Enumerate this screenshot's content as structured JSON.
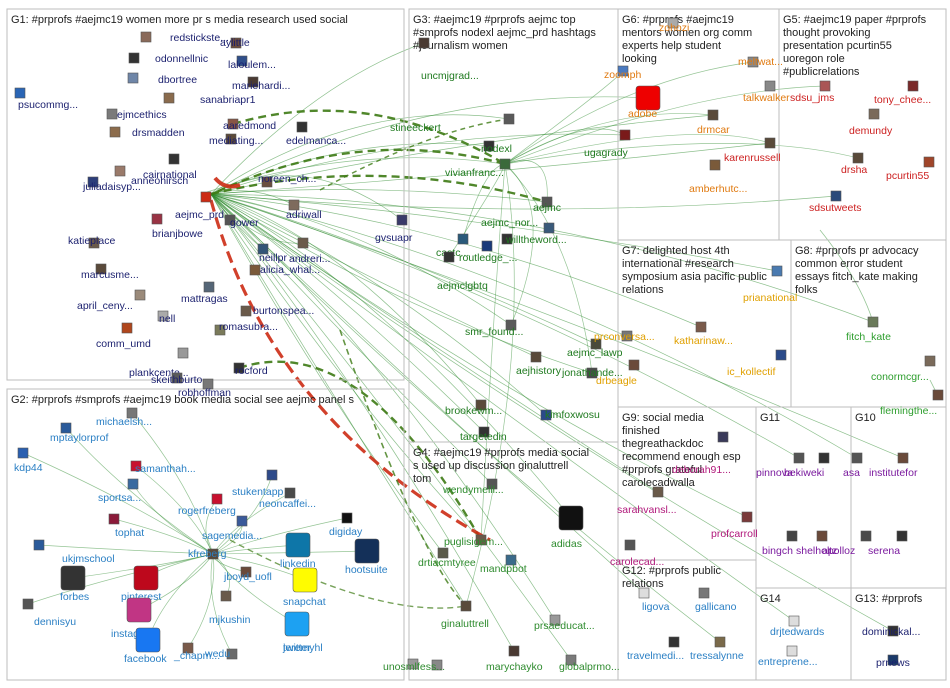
{
  "colors": {
    "edge": "#2e8b2e",
    "edge_heavy": "#3d7a14",
    "edge_red": "#cc2b14",
    "box": "#bdbdbd",
    "g1": "#1a1f6e",
    "g2": "#2a7fc4",
    "g3": "#1f7a1f",
    "g4": "#2e8b2e",
    "g5": "#cc1f1f",
    "g6": "#e07a10",
    "g7": "#e0a000",
    "g8": "#2e9e2e",
    "g9": "#b0177a",
    "g10": "#7a1a9e",
    "g11": "#7a1a9e",
    "g12": "#2a7fc4",
    "g13": "#1a1f6e",
    "g14": "#2a7fc4"
  },
  "groups": [
    {
      "id": "G1",
      "title": "G1: #prprofs #aejmc19 women more pr s media research used social",
      "color": "g1",
      "lines": 1
    },
    {
      "id": "G2",
      "title": "G2: #prprofs #smprofs #aejmc19 book media social see aejmc panel s",
      "color": "g2",
      "lines": 1
    },
    {
      "id": "G3",
      "title": "G3: #aejmc19 #prprofs aejmc top #smprofs nodexl aejmc_prd hashtags #journalism women",
      "color": "g3"
    },
    {
      "id": "G4",
      "title": "G4: #aejmc19 #prprofs media social s used up discussion ginaluttrell tom",
      "color": "g4"
    },
    {
      "id": "G5",
      "title": "G5: #aejmc19 paper #prprofs thought provoking presentation pcurtin55 uoregon role #publicrelations",
      "color": "g5"
    },
    {
      "id": "G6",
      "title": "G6: #prprofs #aejmc19 mentors women org comm experts help student looking",
      "color": "g6"
    },
    {
      "id": "G7",
      "title": "G7: delighted host 4th international #research symposium asia pacific public relations",
      "color": "g7"
    },
    {
      "id": "G8",
      "title": "G8: #prprofs pr advocacy common error student essays fitch_kate making folks",
      "color": "g8"
    },
    {
      "id": "G9",
      "title": "G9: social media finished thegreathackdoc recommend enough esp #prprofs grateful carolecadwalla",
      "color": "g9"
    },
    {
      "id": "G10",
      "title": "G10",
      "color": "g10"
    },
    {
      "id": "G11",
      "title": "G11",
      "color": "g11"
    },
    {
      "id": "G12",
      "title": "G12: #prprofs public relations",
      "color": "g12"
    },
    {
      "id": "G13",
      "title": "G13: #prprofs",
      "color": "g13"
    },
    {
      "id": "G14",
      "title": "G14",
      "color": "g14"
    }
  ],
  "nodes": [
    {
      "label": "redstickste...",
      "group": "g1"
    },
    {
      "label": "aylittle",
      "group": "g1"
    },
    {
      "label": "odonnellnic",
      "group": "g1"
    },
    {
      "label": "laloulem...",
      "group": "g1"
    },
    {
      "label": "dbortree",
      "group": "g1"
    },
    {
      "label": "mariehardi...",
      "group": "g1"
    },
    {
      "label": "sanabriapr1",
      "group": "g1"
    },
    {
      "label": "psucommg...",
      "group": "g1"
    },
    {
      "label": "ejmcethics",
      "group": "g1"
    },
    {
      "label": "aaredmond",
      "group": "g1"
    },
    {
      "label": "drsmadden",
      "group": "g1"
    },
    {
      "label": "mediating...",
      "group": "g1"
    },
    {
      "label": "edelmanca...",
      "group": "g1"
    },
    {
      "label": "cairnational",
      "group": "g1"
    },
    {
      "label": "anneohirsch",
      "group": "g1"
    },
    {
      "label": "noreen_ch...",
      "group": "g1"
    },
    {
      "label": "juliadaisyp...",
      "group": "g1"
    },
    {
      "label": "aejmc_prd",
      "group": "g1"
    },
    {
      "label": "gower",
      "group": "g1"
    },
    {
      "label": "adriwall",
      "group": "g1"
    },
    {
      "label": "brianjbowe",
      "group": "g1"
    },
    {
      "label": "katieplace",
      "group": "g1"
    },
    {
      "label": "neillpr",
      "group": "g1"
    },
    {
      "label": "andreri...",
      "group": "g1"
    },
    {
      "label": "gvsuapr",
      "group": "g1"
    },
    {
      "label": "marcusme...",
      "group": "g1"
    },
    {
      "label": "april_ceny...",
      "group": "g1"
    },
    {
      "label": "alicia_whal...",
      "group": "g1"
    },
    {
      "label": "mattragas",
      "group": "g1"
    },
    {
      "label": "nell",
      "group": "g1"
    },
    {
      "label": "burtonspea...",
      "group": "g1"
    },
    {
      "label": "comm_umd",
      "group": "g1"
    },
    {
      "label": "romasubra...",
      "group": "g1"
    },
    {
      "label": "plankcente...",
      "group": "g1"
    },
    {
      "label": "rocford",
      "group": "g1"
    },
    {
      "label": "skeithburto...",
      "group": "g1"
    },
    {
      "label": "robhoffman",
      "group": "g1"
    },
    {
      "label": "michaelsh...",
      "group": "g2"
    },
    {
      "label": "mptaylorprof",
      "group": "g2"
    },
    {
      "label": "kdp44",
      "group": "g2"
    },
    {
      "label": "sportsa...",
      "group": "g2"
    },
    {
      "label": "samanthah...",
      "group": "g2"
    },
    {
      "label": "stukentapp",
      "group": "g2"
    },
    {
      "label": "neoncaffei...",
      "group": "g2"
    },
    {
      "label": "rogerfreberg",
      "group": "g2"
    },
    {
      "label": "tophat",
      "group": "g2"
    },
    {
      "label": "sagemedia...",
      "group": "g2"
    },
    {
      "label": "digiday",
      "group": "g2"
    },
    {
      "label": "ukjmschool",
      "group": "g2"
    },
    {
      "label": "kfreberg",
      "group": "g2"
    },
    {
      "label": "linkedin",
      "group": "g2"
    },
    {
      "label": "pinterest",
      "group": "g2"
    },
    {
      "label": "jboyd_uofl",
      "group": "g2"
    },
    {
      "label": "hootsuite",
      "group": "g2"
    },
    {
      "label": "forbes",
      "group": "g2"
    },
    {
      "label": "snapchat",
      "group": "g2"
    },
    {
      "label": "dennisyu",
      "group": "g2"
    },
    {
      "label": "instagram",
      "group": "g2"
    },
    {
      "label": "mjkushin",
      "group": "g2"
    },
    {
      "label": "jeremyhl",
      "group": "g2"
    },
    {
      "label": "facebook",
      "group": "g2"
    },
    {
      "label": "_chapm...",
      "group": "g2"
    },
    {
      "label": "wedu",
      "group": "g2"
    },
    {
      "label": "twitter",
      "group": "g2"
    },
    {
      "label": "uncmjgrad...",
      "group": "g3"
    },
    {
      "label": "stineeckert",
      "group": "g3"
    },
    {
      "label": "nodexl",
      "group": "g3"
    },
    {
      "label": "vivianfranc...",
      "group": "g3"
    },
    {
      "label": "ugagrady",
      "group": "g3"
    },
    {
      "label": "aejmc",
      "group": "g3"
    },
    {
      "label": "aejmc_nor...",
      "group": "g3"
    },
    {
      "label": "willtheword...",
      "group": "g3"
    },
    {
      "label": "castc...",
      "group": "g3"
    },
    {
      "label": "routledge_...",
      "group": "g3"
    },
    {
      "label": "aejmclgbtq",
      "group": "g3"
    },
    {
      "label": "smr_found...",
      "group": "g3"
    },
    {
      "label": "aejmc_lawp",
      "group": "g3"
    },
    {
      "label": "aejhistory",
      "group": "g3"
    },
    {
      "label": "jonathande...",
      "group": "g3"
    },
    {
      "label": "brookewm...",
      "group": "g3"
    },
    {
      "label": "kimfoxwosu",
      "group": "g3"
    },
    {
      "label": "targetedin",
      "group": "g3"
    },
    {
      "label": "wendymelil...",
      "group": "g4"
    },
    {
      "label": "puglisigem...",
      "group": "g4"
    },
    {
      "label": "adidas",
      "group": "g4"
    },
    {
      "label": "drtiacmtyree",
      "group": "g4"
    },
    {
      "label": "mandpbot",
      "group": "g4"
    },
    {
      "label": "ginaluttrell",
      "group": "g4"
    },
    {
      "label": "prsaeducat...",
      "group": "g4"
    },
    {
      "label": "marychayko",
      "group": "g4"
    },
    {
      "label": "globalprmo...",
      "group": "g4"
    },
    {
      "label": "unosml",
      "group": "g4"
    },
    {
      "label": "fess...",
      "group": "g4"
    },
    {
      "label": "zohozi",
      "group": "g6"
    },
    {
      "label": "zoomph",
      "group": "g6"
    },
    {
      "label": "meltwat...",
      "group": "g6"
    },
    {
      "label": "adobe",
      "group": "g6"
    },
    {
      "label": "talkwalker",
      "group": "g6"
    },
    {
      "label": "drmcar",
      "group": "g6"
    },
    {
      "label": "amberhutc...",
      "group": "g6"
    },
    {
      "label": "sdsu_jms",
      "group": "g5"
    },
    {
      "label": "tony_chee...",
      "group": "g5"
    },
    {
      "label": "demundy",
      "group": "g5"
    },
    {
      "label": "karenrussell",
      "group": "g5"
    },
    {
      "label": "drsha",
      "group": "g5"
    },
    {
      "label": "pcurtin55",
      "group": "g5"
    },
    {
      "label": "sdsutweets",
      "group": "g5"
    },
    {
      "label": "prconversa...",
      "group": "g7"
    },
    {
      "label": "prianational",
      "group": "g7"
    },
    {
      "label": "katharinaw...",
      "group": "g7"
    },
    {
      "label": "ic_kollectif",
      "group": "g7"
    },
    {
      "label": "drbeagle",
      "group": "g7"
    },
    {
      "label": "fitch_kate",
      "group": "g8"
    },
    {
      "label": "conormcgr...",
      "group": "g8"
    },
    {
      "label": "flemingthe...",
      "group": "g8"
    },
    {
      "label": "deborah91...",
      "group": "g9"
    },
    {
      "label": "sarahvansl...",
      "group": "g9"
    },
    {
      "label": "profcarroll",
      "group": "g9"
    },
    {
      "label": "carolecad...",
      "group": "g9"
    },
    {
      "label": "pinnova",
      "group": "g11"
    },
    {
      "label": "bekiweki",
      "group": "g11"
    },
    {
      "label": "bingch",
      "group": "g11"
    },
    {
      "label": "shelholtz",
      "group": "g11"
    },
    {
      "label": "asa",
      "group": "g10"
    },
    {
      "label": "institutefor",
      "group": "g10"
    },
    {
      "label": "apolloz",
      "group": "g10"
    },
    {
      "label": "serena",
      "group": "g10"
    },
    {
      "label": "ligova",
      "group": "g12"
    },
    {
      "label": "gallicano",
      "group": "g12"
    },
    {
      "label": "travelmedi...",
      "group": "g12"
    },
    {
      "label": "tressalynne",
      "group": "g12"
    },
    {
      "label": "drjtedwards",
      "group": "g14"
    },
    {
      "label": "entreprene...",
      "group": "g14"
    },
    {
      "label": "dominickal...",
      "group": "g13"
    },
    {
      "label": "prnews",
      "group": "g13"
    }
  ]
}
